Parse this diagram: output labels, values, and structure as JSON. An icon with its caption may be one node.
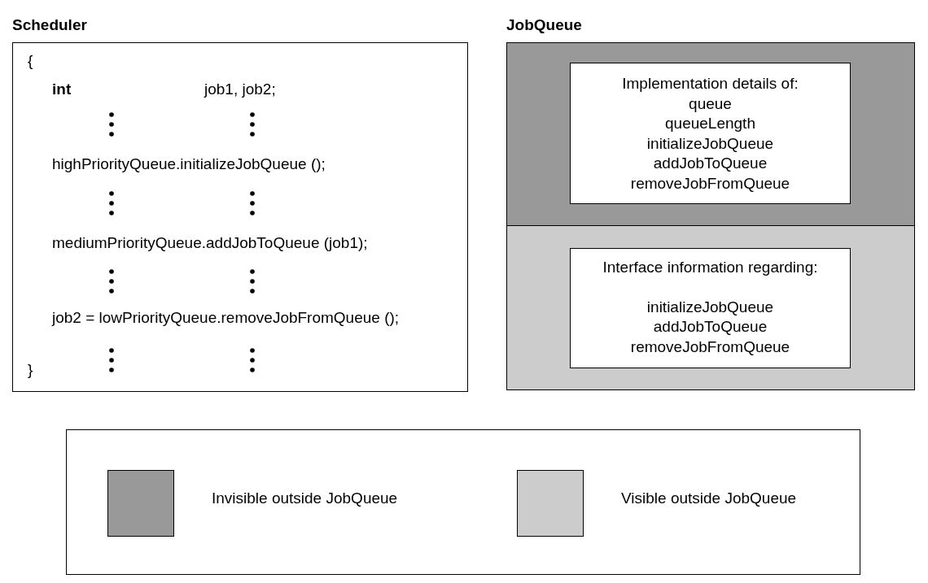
{
  "diagram": {
    "nodes": [
      {
        "text": [
          "Scheduler",
          "{",
          "int",
          "job1, job2;",
          "highPriorityQueue.initializeJobQueue ();",
          "mediumPriorityQueue.addJobToQueue (job1);",
          "job2 = lowPriorityQueue.removeJobFromQueue ();",
          "}"
        ]
      },
      {
        "text": [
          "JobQueue"
        ]
      },
      {
        "text": [],
        "shape": "box",
        "in": 1
      },
      {
        "text": [
          "Implementation details of:",
          "queue",
          "queueLength",
          "initializeJobQueue",
          "addJobToQueue",
          "removeJobFromQueue"
        ],
        "in": 2
      },
      {
        "text": [],
        "shape": "box",
        "in": 1
      },
      {
        "text": [
          "Interface information regarding:",
          "initializeJobQueue",
          "addJobToQueue",
          "removeJobFromQueue"
        ],
        "in": 4
      }
    ],
    "legend": [
      {
        "text": "Invisible outside JobQueue",
        "color": "#999999"
      },
      {
        "text": "Visible outside JobQueue",
        "color": "#cccccc"
      }
    ]
  }
}
